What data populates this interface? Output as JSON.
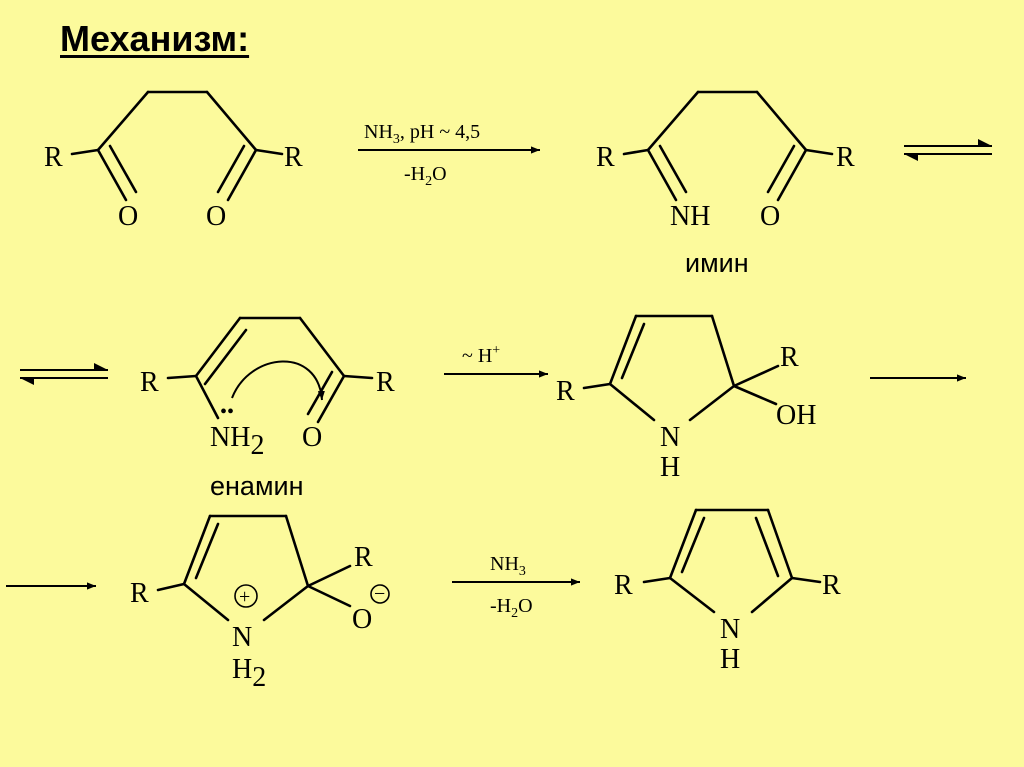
{
  "title": "Механизм:",
  "labels": {
    "r": "R",
    "o": "O",
    "nh": "NH",
    "n": "N",
    "h": "H",
    "nh2": "NH",
    "h2": "H",
    "sub2": "2",
    "oh": "OH",
    "plus": "+",
    "minus": "−",
    "lone_pair": "••",
    "imine": "имин",
    "enamine": "енамин"
  },
  "conditions": {
    "step1_top": "NH",
    "step1_top_sub": "3",
    "step1_top_rest": ", pH ~ 4,5",
    "step1_bottom": "-H",
    "step1_bottom_sub": "2",
    "step1_bottom_rest": "O",
    "step3_top": "~ H",
    "step3_top_sup": "+",
    "step5_top": "NH",
    "step5_top_sub": "3",
    "step5_bottom": "-H",
    "step5_bottom_sub": "2",
    "step5_bottom_rest": "O"
  }
}
